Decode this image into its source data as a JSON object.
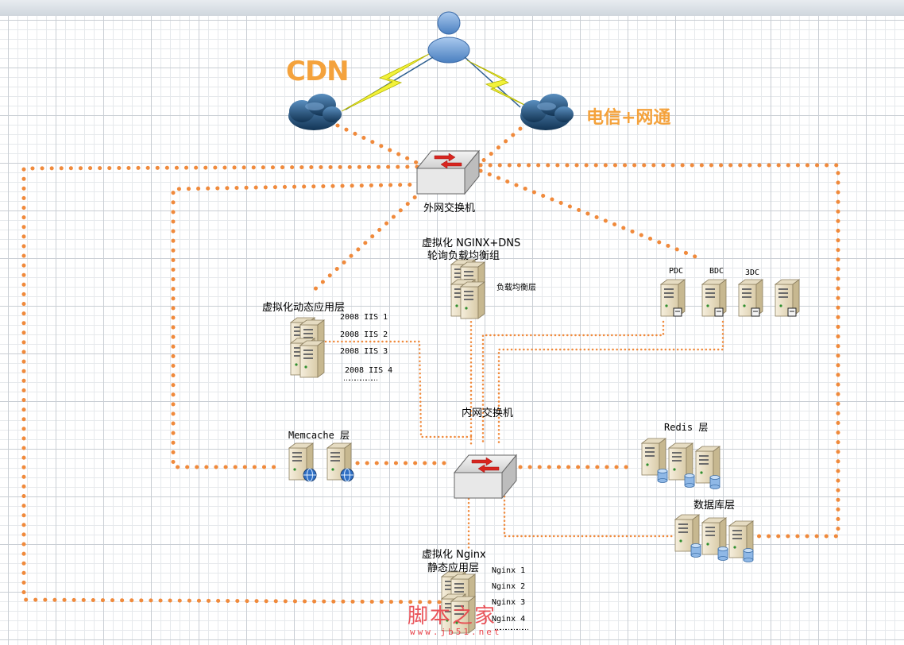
{
  "internet": {
    "cdn_label": "CDN",
    "telecom_label": "电信+网通"
  },
  "external_switch": {
    "label": "外网交换机"
  },
  "lb_group": {
    "title_line1": "虚拟化 NGINX+DNS",
    "title_line2": "轮询负载均衡组",
    "layer_label": "负载均衡层"
  },
  "dynamic_app": {
    "title": "虚拟化动态应用层",
    "servers": [
      "2008 IIS 1",
      "2008 IIS 2",
      "2008 IIS 3",
      "2008 IIS 4"
    ],
    "more": "………………"
  },
  "domain_controllers": {
    "labels": [
      "PDC",
      "BDC",
      "3DC"
    ]
  },
  "internal_switch": {
    "label": "内网交换机"
  },
  "memcache": {
    "title": "Memcache 层"
  },
  "redis": {
    "title": "Redis 层"
  },
  "database": {
    "title": "数据库层"
  },
  "static_app": {
    "title_line1": "虚拟化 Nginx",
    "title_line2": "静态应用层",
    "servers": [
      "Nginx 1",
      "Nginx 2",
      "Nginx 3",
      "Nginx 4"
    ],
    "more": "………………"
  },
  "watermark": {
    "title": "脚本之家",
    "url": "www.jb51.net"
  },
  "colors": {
    "link_dots": "#f08a3c",
    "accent_text": "#f4a23c",
    "lightning": "#f2f23a",
    "cloud": "#2a5a86",
    "server_body": "#efe4cc",
    "switch_body": "#e4e4e4",
    "switch_arrows": "#d8251f"
  }
}
